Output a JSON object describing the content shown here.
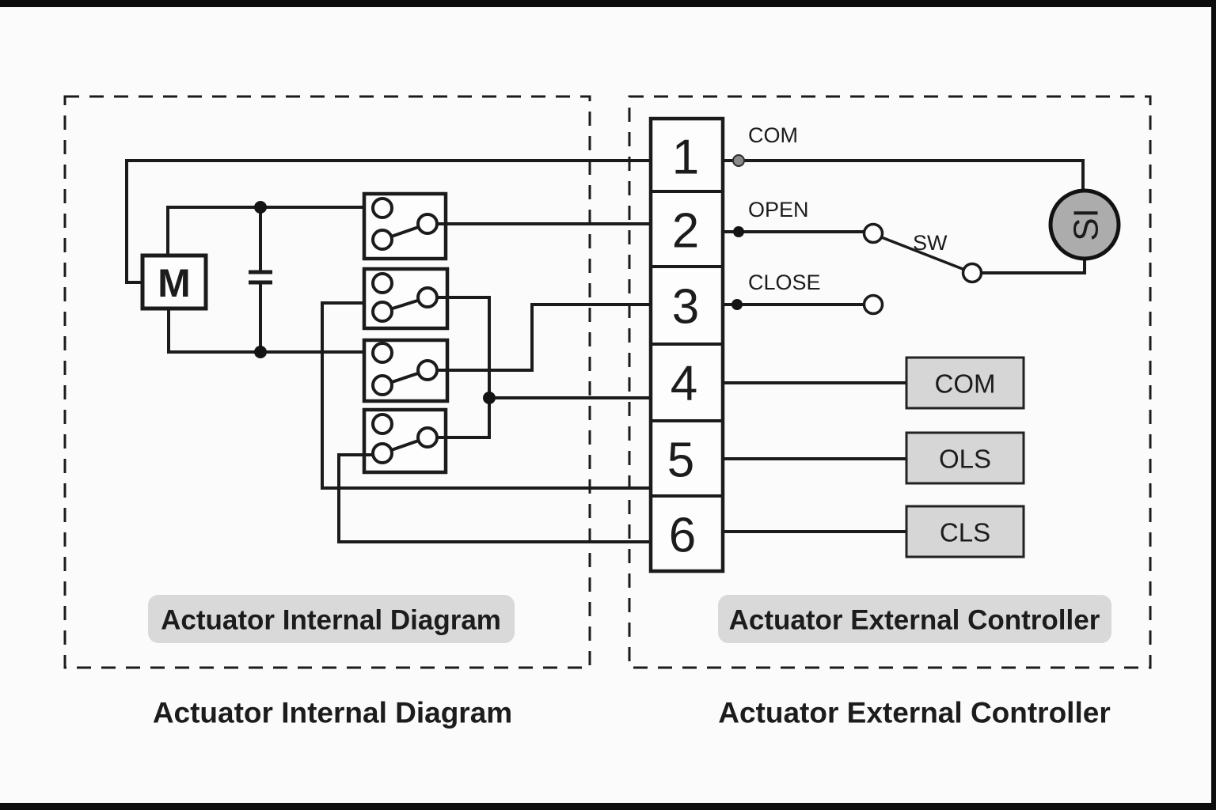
{
  "colors": {
    "pill_bg": "#d9d9d9",
    "label_box_bg": "#d6d6d6",
    "source_fill": "#acacac"
  },
  "internal": {
    "pill_label": "Actuator Internal Diagram",
    "caption": "Actuator Internal Diagram",
    "motor_label": "M"
  },
  "external": {
    "pill_label": "Actuator External Controller",
    "caption": "Actuator External Controller",
    "terminals": [
      "1",
      "2",
      "3",
      "4",
      "5",
      "6"
    ],
    "com_label": "COM",
    "open_label": "OPEN",
    "close_label": "CLOSE",
    "switch_label": "SW",
    "source_label": "SI",
    "output_boxes": [
      {
        "label": "COM"
      },
      {
        "label": "OLS"
      },
      {
        "label": "CLS"
      }
    ]
  }
}
